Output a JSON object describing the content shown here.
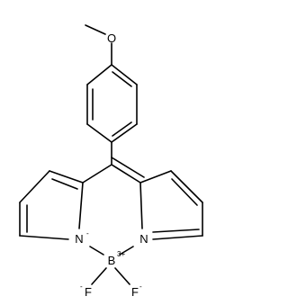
{
  "structure": {
    "atoms": {
      "oxygen": "O",
      "nitrogen_left": "N",
      "nitrogen_left_charge": "-",
      "nitrogen_right": "N",
      "boron": "B",
      "boron_charge": "3+",
      "fluorine_left": "F",
      "fluorine_left_charge": "-",
      "fluorine_right": "F",
      "fluorine_right_charge": "-"
    },
    "colors": {
      "bond": "#000000",
      "label": "#000000",
      "background": "#ffffff"
    }
  }
}
